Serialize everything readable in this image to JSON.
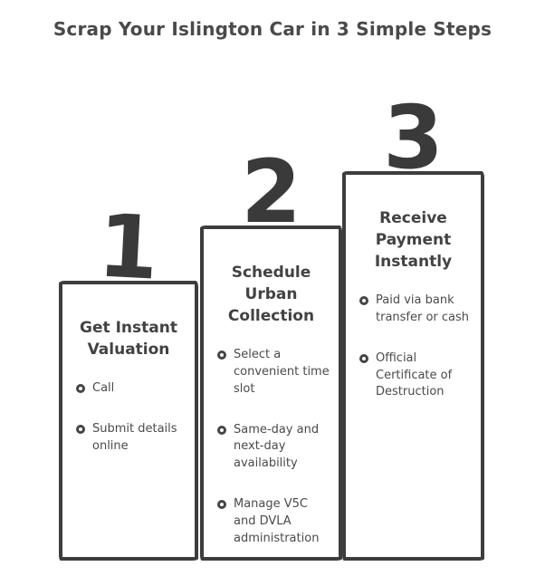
{
  "title": "Scrap Your Islington Car in 3 Simple Steps",
  "colors": {
    "ink": "#3d3d3d",
    "text": "#4a4a4a",
    "background": "#ffffff"
  },
  "steps": [
    {
      "number": "1",
      "heading": "Get Instant Valuation",
      "bullets": [
        "Call",
        "Submit details online"
      ]
    },
    {
      "number": "2",
      "heading": "Schedule Urban Collection",
      "bullets": [
        "Select a convenient time slot",
        "Same-day and next-day availability",
        "Manage V5C and DVLA administration"
      ]
    },
    {
      "number": "3",
      "heading": "Receive Payment Instantly",
      "bullets": [
        "Paid via bank transfer or cash",
        "Official Certificate of Destruction"
      ]
    }
  ]
}
